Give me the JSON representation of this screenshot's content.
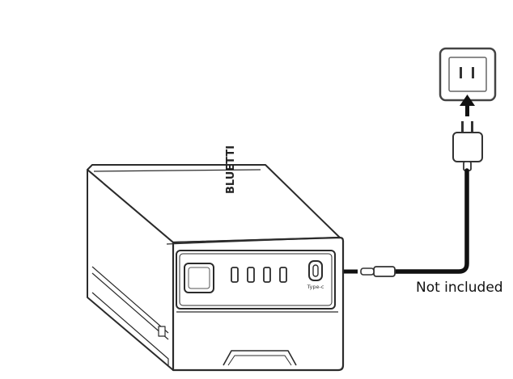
{
  "annotations": {
    "cable_note": "Not included"
  },
  "device": {
    "brand_text": "BLUETTI",
    "port_label": "Type-c",
    "indicator_count": 4
  },
  "icons": {
    "wall_outlet": "wall-outlet-icon",
    "charger": "power-adapter-icon",
    "arrow": "arrow-icon"
  },
  "colors": {
    "stroke": "#2b2b2b",
    "cable": "#111111",
    "background": "#ffffff"
  }
}
